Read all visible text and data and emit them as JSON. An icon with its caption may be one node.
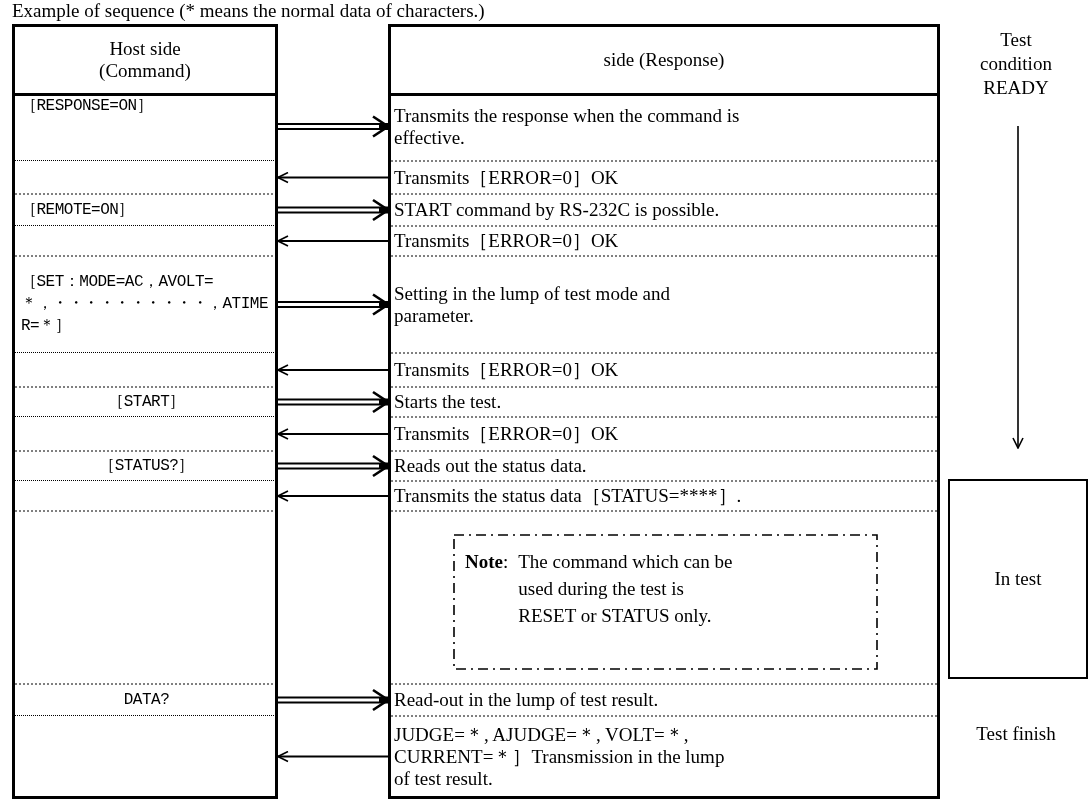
{
  "diagram": {
    "title": "Example of sequence (* means the normal data of characters.)",
    "nodes": [
      {
        "text": [
          "Host side (Command)"
        ]
      },
      {
        "text": [
          "side (Response)"
        ]
      },
      {
        "text": [
          "［RESPONSE=ON］"
        ],
        "in": 0
      },
      {
        "text": [
          "［REMOTE=ON］"
        ],
        "in": 0
      },
      {
        "text": [
          "［SET：MODE=AC，AVOLT=＊，・・・・・・・・・・，ATIMER=＊］"
        ],
        "in": 0
      },
      {
        "text": [
          "［START］"
        ],
        "in": 0
      },
      {
        "text": [
          "［STATUS?］"
        ],
        "in": 0
      },
      {
        "text": [
          "DATA?"
        ],
        "in": 0
      },
      {
        "text": [
          "Transmits the response when the command is effective."
        ],
        "in": 1
      },
      {
        "text": [
          "Transmits［ERROR=0］OK"
        ],
        "in": 1
      },
      {
        "text": [
          "START command by RS-232C is possible."
        ],
        "in": 1
      },
      {
        "text": [
          "Transmits［ERROR=0］OK"
        ],
        "in": 1
      },
      {
        "text": [
          "Setting in the lump of test mode and parameter."
        ],
        "in": 1
      },
      {
        "text": [
          "Transmits［ERROR=0］OK"
        ],
        "in": 1
      },
      {
        "text": [
          "Starts the test."
        ],
        "in": 1
      },
      {
        "text": [
          "Transmits［ERROR=0］OK"
        ],
        "in": 1
      },
      {
        "text": [
          "Reads out the status data."
        ],
        "in": 1
      },
      {
        "text": [
          "Transmits the status data［STATUS=****］."
        ],
        "in": 1
      },
      {
        "text": [
          "**Note**:",
          "The command which can be used during the test is RESET or STATUS only."
        ],
        "in": 1
      },
      {
        "text": [
          "Read-out in the lump of test result."
        ],
        "in": 1
      },
      {
        "text": [
          "JUDGE=＊, AJUDGE=＊, VOLT=＊, CURRENT=＊］Transmission in the lump of test result."
        ],
        "in": 1
      },
      {
        "text": [
          "In test"
        ]
      }
    ],
    "edges": [
      {
        "from": 2,
        "to": 8,
        "arrow": "to",
        "style": "thick"
      },
      {
        "from": 9,
        "to": 0,
        "arrow": "to"
      },
      {
        "from": 3,
        "to": 10,
        "arrow": "to",
        "style": "thick"
      },
      {
        "from": 11,
        "to": 0,
        "arrow": "to"
      },
      {
        "from": 4,
        "to": 12,
        "arrow": "to",
        "style": "thick"
      },
      {
        "from": 13,
        "to": 0,
        "arrow": "to"
      },
      {
        "from": 5,
        "to": 14,
        "arrow": "to",
        "style": "thick"
      },
      {
        "from": 15,
        "to": 0,
        "arrow": "to"
      },
      {
        "from": 6,
        "to": 16,
        "arrow": "to",
        "style": "thick"
      },
      {
        "from": 17,
        "to": 0,
        "arrow": "to"
      },
      {
        "from": 7,
        "to": 19,
        "arrow": "to",
        "style": "thick"
      },
      {
        "from": 20,
        "to": 0,
        "arrow": "to"
      }
    ],
    "labels": [
      "Test condition READY",
      "Test finish"
    ]
  }
}
